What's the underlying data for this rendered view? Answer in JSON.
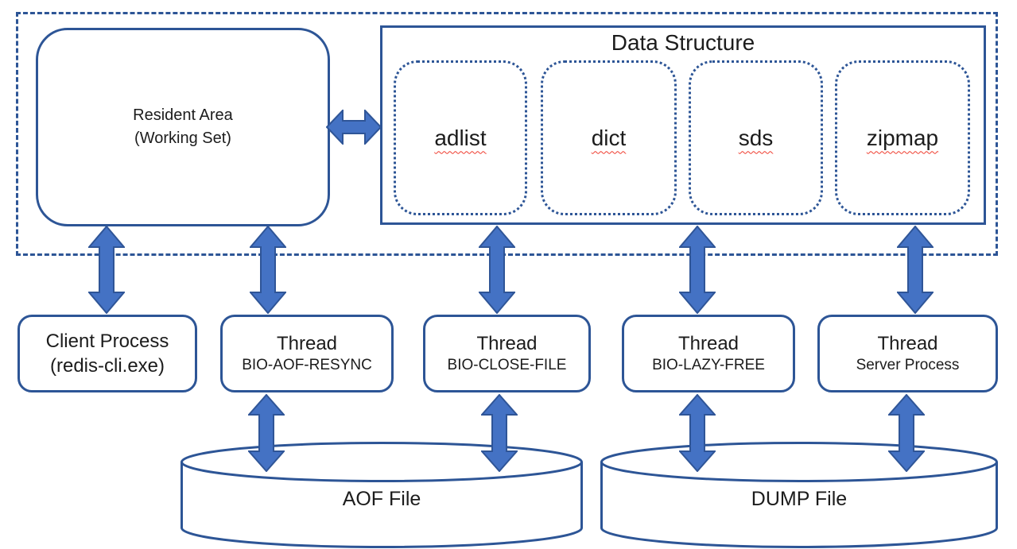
{
  "diagram": {
    "working_set": {
      "line1": "Resident Area",
      "line2": "(Working Set)"
    },
    "data_structure": {
      "title": "Data Structure",
      "items": [
        "adlist",
        "dict",
        "sds",
        "zipmap"
      ]
    },
    "processes": [
      {
        "line1": "Client Process",
        "line2": "(redis-cli.exe)"
      },
      {
        "line1": "Thread",
        "line2": "BIO-AOF-RESYNC"
      },
      {
        "line1": "Thread",
        "line2": "BIO-CLOSE-FILE"
      },
      {
        "line1": "Thread",
        "line2": "BIO-LAZY-FREE"
      },
      {
        "line1": "Thread",
        "line2": "Server Process"
      }
    ],
    "files": [
      {
        "label": "AOF File"
      },
      {
        "label": "DUMP File"
      }
    ],
    "colors": {
      "line": "#2d5596",
      "arrow_fill": "#4472c4",
      "arrow_stroke": "#2f5597",
      "text": "#1c1c1c",
      "spellcheck_underline": "#ef3b2d"
    }
  }
}
